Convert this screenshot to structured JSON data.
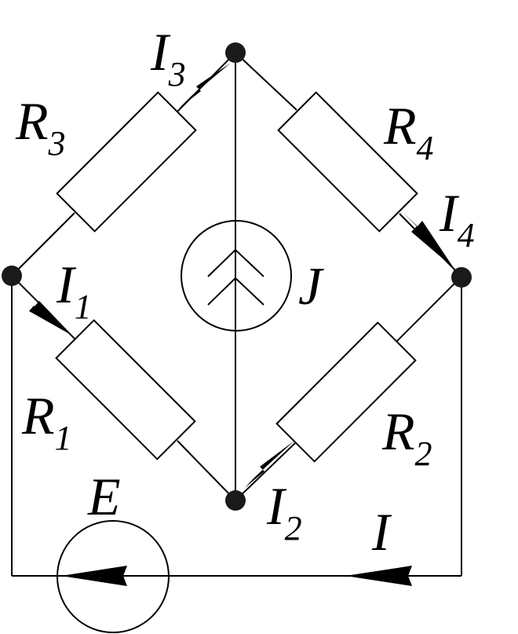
{
  "labels": {
    "r1": {
      "main": "R",
      "sub": "1"
    },
    "r2": {
      "main": "R",
      "sub": "2"
    },
    "r3": {
      "main": "R",
      "sub": "3"
    },
    "r4": {
      "main": "R",
      "sub": "4"
    },
    "i1": {
      "main": "I",
      "sub": "1"
    },
    "i2": {
      "main": "I",
      "sub": "2"
    },
    "i3": {
      "main": "I",
      "sub": "3"
    },
    "i4": {
      "main": "I",
      "sub": "4"
    },
    "i": {
      "main": "I"
    },
    "j": {
      "main": "J"
    },
    "e": {
      "main": "E"
    }
  }
}
